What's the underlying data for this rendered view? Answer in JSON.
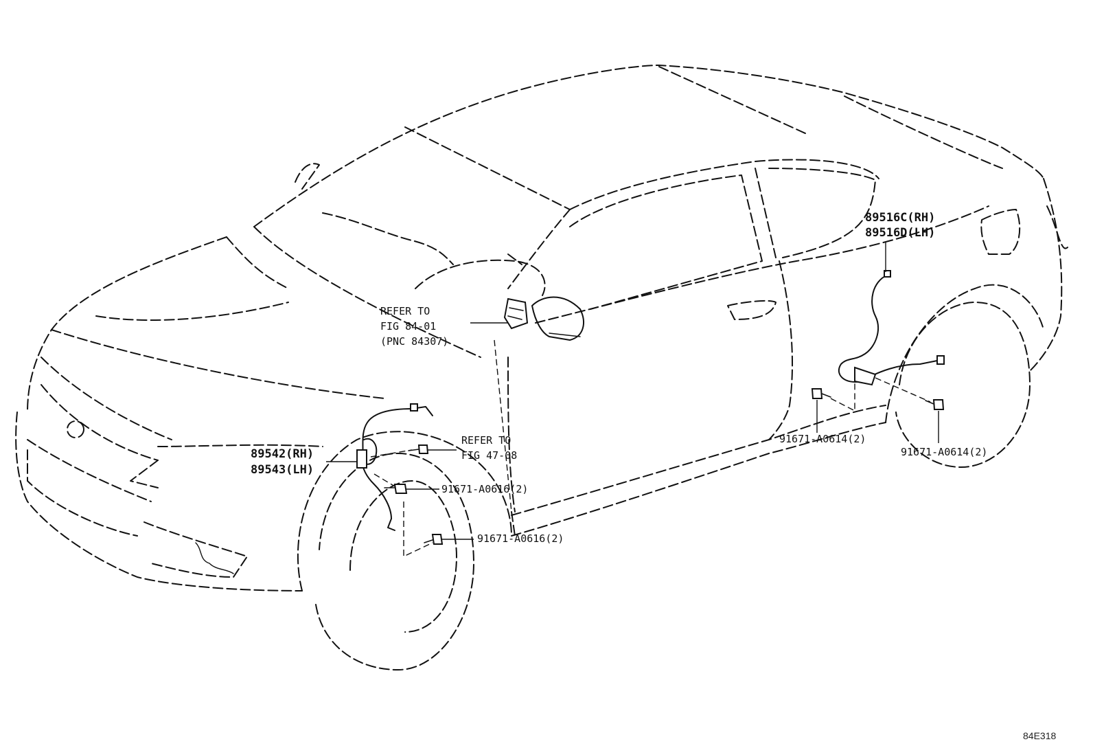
{
  "labels": {
    "sensor_rear_rh": "89516C(RH)",
    "sensor_rear_lh": "89516D(LH)",
    "refer_mirror_line1": "REFER TO",
    "refer_mirror_line2": "FIG 84-01",
    "refer_mirror_line3": "(PNC 84307)",
    "sensor_front_rh": "89542(RH)",
    "sensor_front_lh": "89543(LH)",
    "refer_brake_line1": "REFER TO",
    "refer_brake_line2": "FIG 47-08",
    "bolt_front_upper": "91671-A0616(2)",
    "bolt_front_lower": "91671-A0616(2)",
    "bolt_rear_left": "91671-A0614(2)",
    "bolt_rear_right": "91671-A0614(2)"
  },
  "figure_code": "84E318"
}
